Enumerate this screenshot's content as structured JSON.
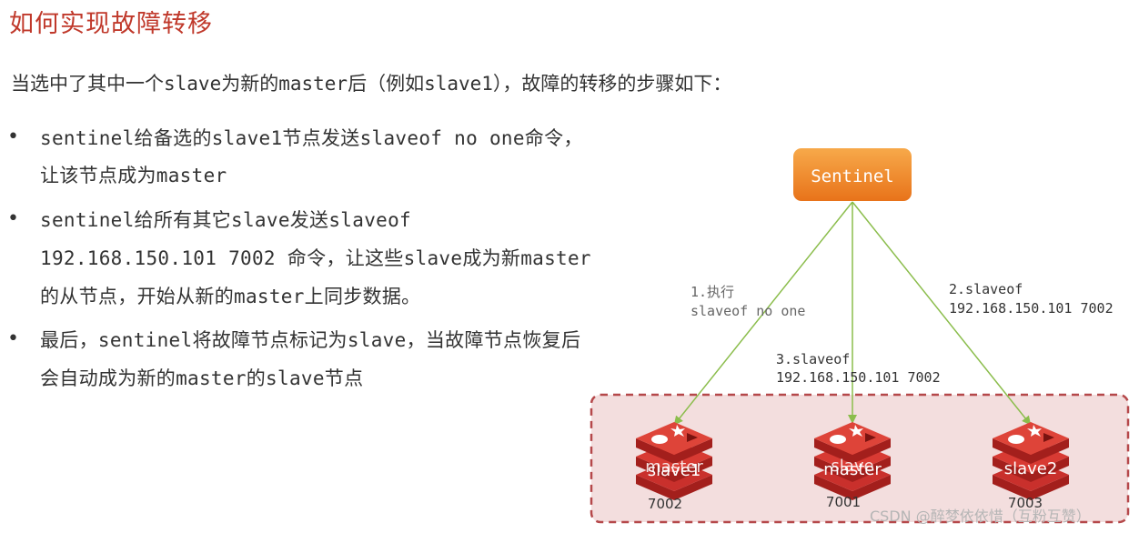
{
  "title": "如何实现故障转移",
  "intro": "当选中了其中一个slave为新的master后（例如slave1），故障的转移的步骤如下：",
  "bullets": [
    {
      "lines": [
        "sentinel给备选的slave1节点发送slaveof no one命令，",
        "让该节点成为master"
      ]
    },
    {
      "lines": [
        "sentinel给所有其它slave发送slaveof",
        "192.168.150.101 7002 命令，让这些slave成为新master",
        "的从节点，开始从新的master上同步数据。"
      ]
    },
    {
      "lines": [
        "最后，sentinel将故障节点标记为slave，当故障节点恢复后",
        "会自动成为新的master的slave节点"
      ]
    }
  ],
  "diagram": {
    "sentinel_label": "Sentinel",
    "arrow_labels": {
      "step1_line1": "1.执行",
      "step1_line2": "slaveof no one",
      "step2_line1": "2.slaveof",
      "step2_line2": "192.168.150.101 7002",
      "step3_line1": "3.slaveof",
      "step3_line2": "192.168.150.101 7002"
    },
    "nodes": [
      {
        "label_back": "master",
        "label_front": "slave1",
        "port": "7002"
      },
      {
        "label_back": "slave",
        "label_front": "master",
        "port": "7001"
      },
      {
        "label": "slave2",
        "port": "7003"
      }
    ],
    "colors": {
      "sentinel_top": "#f7a94a",
      "sentinel_bottom": "#e8731a",
      "arrow": "#8bbd4c",
      "cluster_fill": "#f3dede",
      "cluster_border": "#b5484a",
      "redis_red": "#c9302c"
    }
  },
  "watermark": "CSDN @醉梦依依惜（互粉互赞）"
}
